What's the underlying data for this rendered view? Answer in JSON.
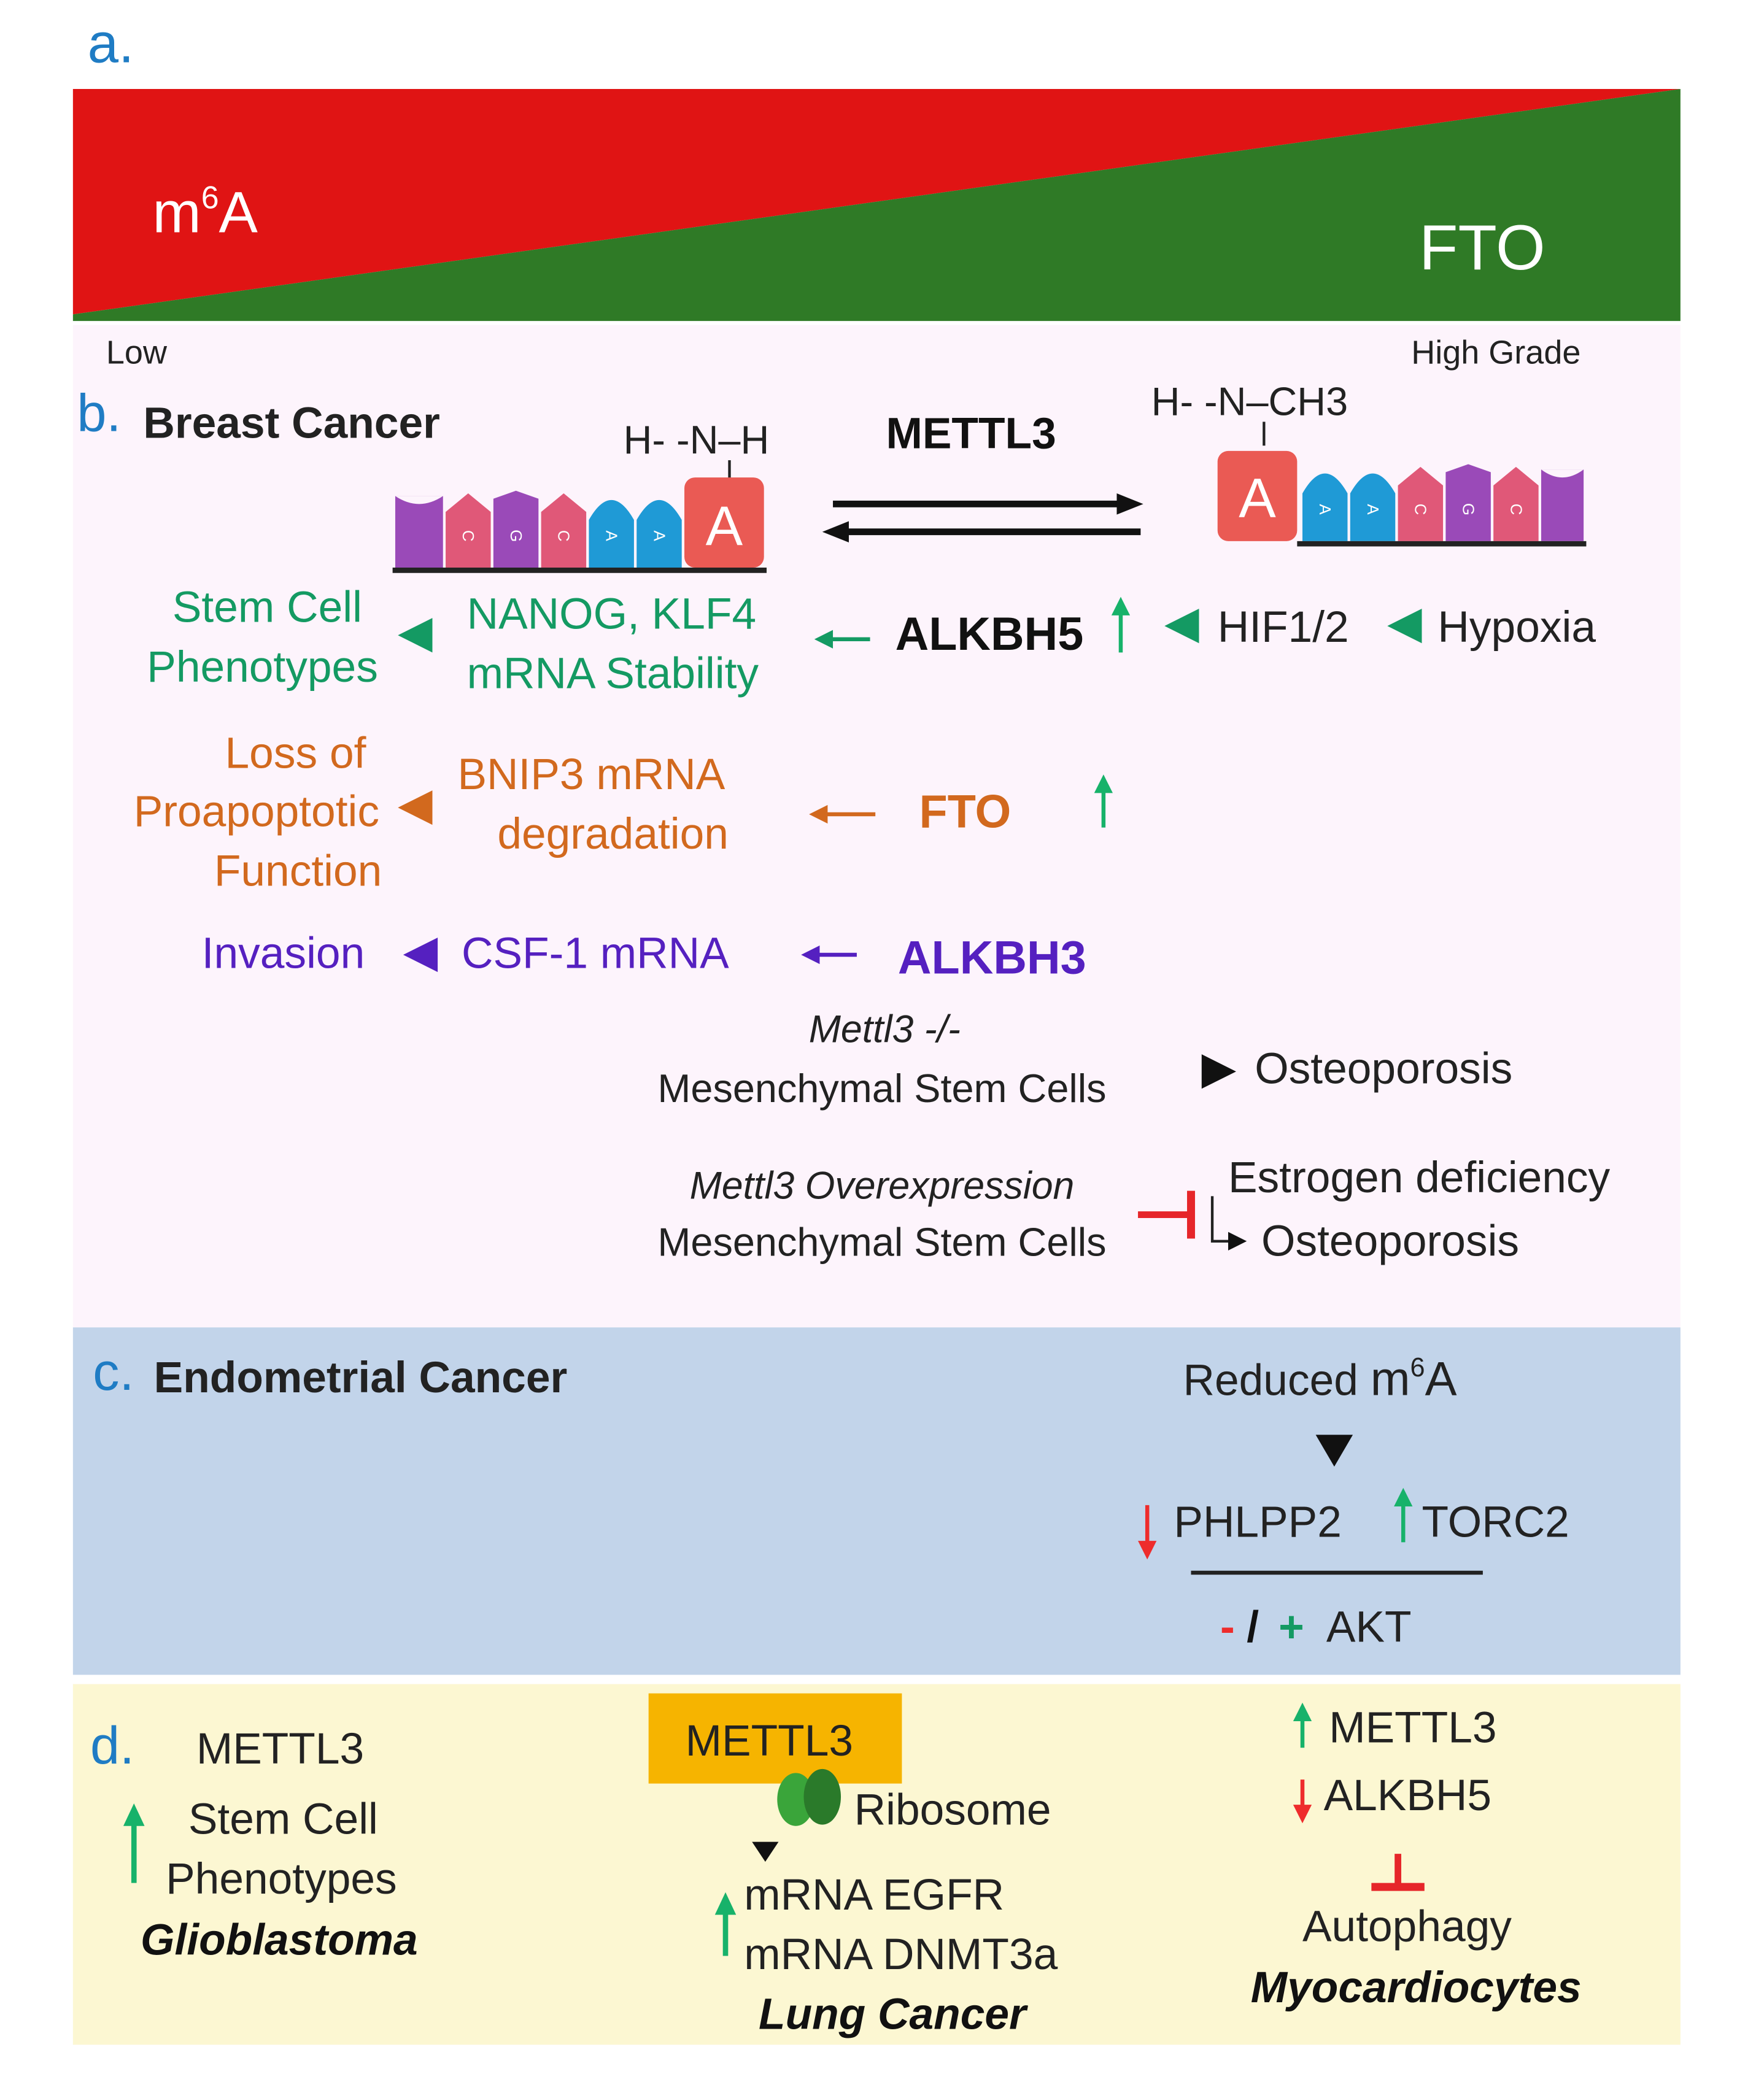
{
  "colors": {
    "panel_label": "#1f7cc4",
    "red_wedge": "#e01414",
    "green_wedge": "#2f7a26",
    "panel_b_bg": "#fdf4fc",
    "panel_c_bg": "#c2d4ea",
    "panel_d_bg": "#fcf7d2",
    "teal_green": "#149a63",
    "orange": "#d2691e",
    "purple": "#5520c0",
    "inhibit_red": "#e6262a",
    "up_arrow": "#17b26a",
    "down_arrow": "#ee2c2c",
    "metttl3_box": "#f6b400",
    "nucleotide_purple": "#9a4ab8",
    "nucleotide_pink": "#e05878",
    "nucleotide_blue": "#1f9ad6",
    "adenine_red": "#ea5a54"
  },
  "panel_a": {
    "label": "a.",
    "m6a": "m",
    "m6a_sup": "6",
    "m6a_tail": "A",
    "fto": "FTO",
    "low": "Low",
    "high": "High Grade"
  },
  "panel_b": {
    "label": "b.",
    "title": "Breast Cancer",
    "left_group": "H- -N–H",
    "right_group": "H- -N–CH3",
    "enzyme": "METTL3",
    "adenine": "A",
    "left_strand_letters": [
      "C",
      "G",
      "C",
      "A",
      "A"
    ],
    "right_strand_letters": [
      "A",
      "A",
      "C",
      "G",
      "C"
    ],
    "row1": {
      "outcome_line1": "Stem Cell",
      "outcome_line2": "Phenotypes",
      "mech_line1": "NANOG,  KLF4",
      "mech_line2": "mRNA Stability",
      "driver": "ALKBH5",
      "upstream": "HIF1/2",
      "trigger": "Hypoxia"
    },
    "row2": {
      "outcome_line1": "Loss of",
      "outcome_line2": "Proapoptotic",
      "outcome_line3": "Function",
      "mech_line1": "BNIP3 mRNA",
      "mech_line2": "degradation",
      "driver": "FTO"
    },
    "row3": {
      "outcome": "Invasion",
      "mech": "CSF-1 mRNA",
      "driver": "ALKBH3"
    },
    "bone1": {
      "line1": "Mettl3 -/-",
      "line2": "Mesenchymal Stem Cells",
      "result": "Osteoporosis"
    },
    "bone2": {
      "line1": "Mettl3 Overexpression",
      "line2": "Mesenchymal Stem Cells",
      "cause": "Estrogen deficiency",
      "result": "Osteoporosis"
    }
  },
  "panel_c": {
    "label": "c.",
    "title": "Endometrial Cancer",
    "reduced": "Reduced ",
    "m6a": "m",
    "m6a_sup": "6",
    "m6a_tail": "A",
    "phlpp2": "PHLPP2",
    "torc2": "TORC2",
    "minus": "-",
    "slash": "/",
    "plus": "+",
    "akt": "AKT"
  },
  "panel_d": {
    "label": "d.",
    "gbm": {
      "gene": "METTL3",
      "line1": "Stem Cell",
      "line2": "Phenotypes",
      "disease": "Glioblastoma"
    },
    "lung": {
      "gene": "METTL3",
      "ribosome": "Ribosome",
      "mrna1": "mRNA EGFR",
      "mrna2": "mRNA DNMT3a",
      "disease": "Lung Cancer"
    },
    "myo": {
      "gene1": "METTL3",
      "gene2": "ALKBH5",
      "process": "Autophagy",
      "disease": "Myocardiocytes"
    }
  }
}
